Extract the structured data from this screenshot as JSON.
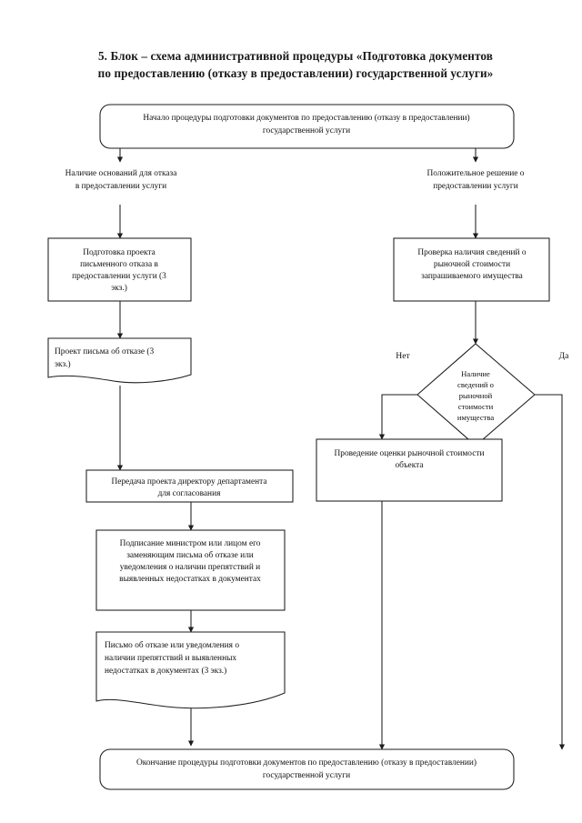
{
  "document": {
    "title_lines": [
      "5. Блок – схема административной процедуры «Подготовка документов",
      "по предоставлению (отказу в предоставлении) государственной услуги»"
    ]
  },
  "chart_data": {
    "type": "diagram",
    "subtype": "flowchart",
    "title": "5. Блок – схема административной процедуры «Подготовка документов по предоставлению (отказу в предоставлении) государственной услуги»",
    "orientation": "top-to-bottom",
    "nodes": [
      {
        "id": "start",
        "shape": "terminator",
        "lines": [
          "Начало процедуры подготовки документов по предоставлению (отказу в предоставлении)",
          "государственной услуги"
        ],
        "align": "center"
      },
      {
        "id": "refuse-draft",
        "shape": "process",
        "lines": [
          "Подготовка проекта",
          "письменного отказа в",
          "предоставлении услуги (3",
          "экз.)"
        ],
        "align": "center"
      },
      {
        "id": "check-market-value",
        "shape": "process",
        "lines": [
          "Проверка наличия сведений о",
          "рыночной стоимости",
          "запрашиваемого имущества"
        ],
        "align": "center"
      },
      {
        "id": "refuse-letter-draft",
        "shape": "document",
        "lines": [
          "Проект письма об отказе (3",
          "экз.)"
        ],
        "align": "left"
      },
      {
        "id": "decision-market-value",
        "shape": "decision",
        "lines": [
          "Наличие",
          "сведений о",
          "рыночной",
          "стоимости",
          "имущества"
        ],
        "align": "center"
      },
      {
        "id": "appraisal",
        "shape": "process",
        "lines": [
          "Проведение оценки рыночной стоимости",
          "объекта"
        ],
        "align": "center"
      },
      {
        "id": "transfer-to-director",
        "shape": "process",
        "lines": [
          "Передача проекта директору департамента",
          "для согласования"
        ],
        "align": "center"
      },
      {
        "id": "minister-signature",
        "shape": "process",
        "lines": [
          "Подписание министром или лицом его",
          "заменяющим письма об отказе или",
          "уведомления о наличии препятствий и",
          "выявленных недостатках в документах"
        ],
        "align": "center"
      },
      {
        "id": "refusal-letter",
        "shape": "document",
        "lines": [
          "Письмо об отказе или уведомления о",
          "наличии препятствий и выявленных",
          "недостатках в документах (3 экз.)"
        ],
        "align": "left"
      },
      {
        "id": "end",
        "shape": "terminator",
        "lines": [
          "Окончание процедуры подготовки документов по предоставлению (отказу в предоставлении)",
          "государственной услуги"
        ],
        "align": "center"
      }
    ],
    "edge_labels": [
      {
        "id": "branch-refusal-grounds",
        "lines": [
          "Наличие оснований для отказа",
          "в предоставлении услуги"
        ],
        "from": "start",
        "to": "refuse-draft"
      },
      {
        "id": "branch-positive-decision",
        "lines": [
          "Положительное решение о",
          "предоставлении услуги"
        ],
        "from": "start",
        "to": "check-market-value"
      }
    ],
    "branch_labels": [
      {
        "id": "decision-no",
        "text": "Нет",
        "from": "decision-market-value",
        "to": "appraisal"
      },
      {
        "id": "decision-yes",
        "text": "Да",
        "from": "decision-market-value",
        "to": "end"
      }
    ],
    "edges": [
      {
        "from": "start",
        "to": "refuse-draft",
        "label": "Наличие оснований для отказа в предоставлении услуги"
      },
      {
        "from": "start",
        "to": "check-market-value",
        "label": "Положительное решение о предоставлении услуги"
      },
      {
        "from": "refuse-draft",
        "to": "refuse-letter-draft",
        "label": ""
      },
      {
        "from": "refuse-letter-draft",
        "to": "transfer-to-director",
        "label": ""
      },
      {
        "from": "check-market-value",
        "to": "decision-market-value",
        "label": ""
      },
      {
        "from": "decision-market-value",
        "to": "appraisal",
        "label": "Нет"
      },
      {
        "from": "decision-market-value",
        "to": "end",
        "label": "Да"
      },
      {
        "from": "appraisal",
        "to": "end",
        "label": ""
      },
      {
        "from": "transfer-to-director",
        "to": "minister-signature",
        "label": ""
      },
      {
        "from": "minister-signature",
        "to": "refusal-letter",
        "label": ""
      },
      {
        "from": "refusal-letter",
        "to": "end",
        "label": ""
      }
    ],
    "colors": {
      "background": "#ffffff",
      "stroke": "#1d1d1d",
      "text": "#111111"
    }
  }
}
